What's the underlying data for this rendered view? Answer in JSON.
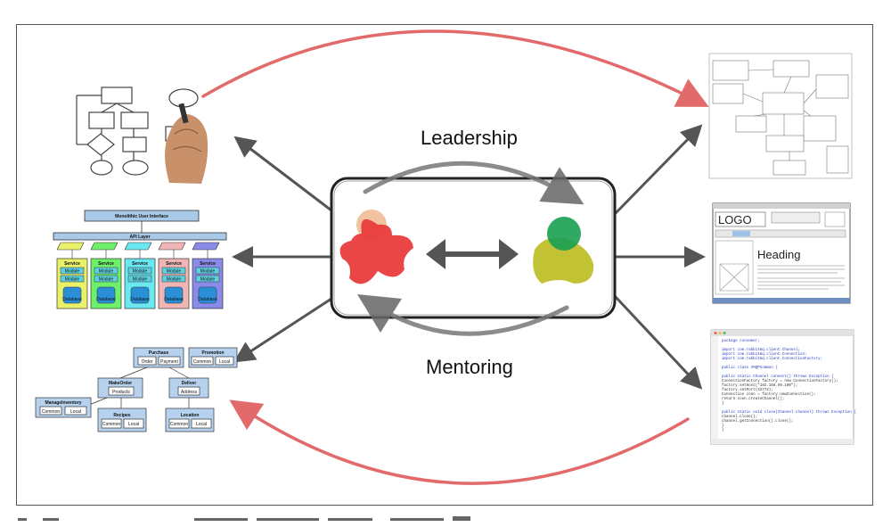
{
  "labels": {
    "leadership": "Leadership",
    "mentoring": "Mentoring"
  },
  "monolith": {
    "ui": "Monolithic User Interface",
    "api": "API Layer",
    "service": "Service",
    "module": "Module",
    "database": "Database"
  },
  "hierarchy": {
    "purchase": "Purchase",
    "promotion": "Promotion",
    "order": "Order",
    "payment": "Payment",
    "common": "Common",
    "local": "Local",
    "make_order": "MakeOrder",
    "products": "Products",
    "deliver": "Deliver",
    "address": "Address",
    "manage_inventory": "ManageInventory",
    "recipes": "Recipes",
    "location": "Location"
  },
  "wireframe": {
    "logo": "LOGO",
    "heading": "Heading"
  },
  "code_lines": [
    "package consumer;",
    "",
    "import com.rabbitmq.client.Channel;",
    "import com.rabbitmq.client.Connection;",
    "import com.rabbitmq.client.ConnectionFactory;",
    "",
    "public class AMQPCommon {",
    "",
    "    public static Channel connect() throws Exception {",
    "        ConnectionFactory factory = new ConnectionFactory();",
    "        factory.setHost(\"192.168.99.100\");",
    "        factory.setPort(32772);",
    "        Connection conn = factory.newConnection();",
    "        return conn.createChannel();",
    "    }",
    "",
    "    public static void close(Channel channel) throws Exception {",
    "        channel.close();",
    "        channel.getConnection().close();",
    "    }",
    "}"
  ],
  "colors": {
    "red_arrow": "#e05a5a",
    "dark_arrow": "#555555",
    "person_red": "#e8383a",
    "person_peach": "#f0b88f",
    "person_green": "#1aa052",
    "person_olive": "#bdbd24"
  }
}
